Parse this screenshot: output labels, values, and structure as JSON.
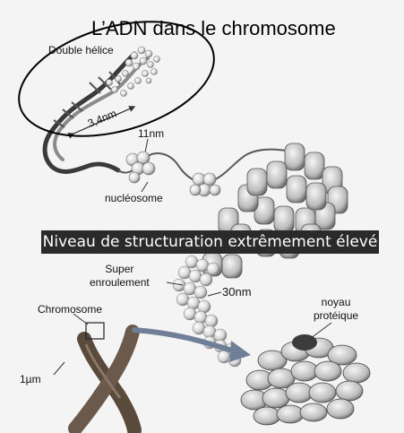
{
  "title": "L’ADN dans le chromosome",
  "labels": {
    "double_helix": "Double hélice",
    "helix_width": "3,4nm",
    "fiber_11": "11nm",
    "nucleosome": "nucléosome",
    "supercoil": [
      "Super",
      "enroulement"
    ],
    "fiber_30": "30nm",
    "chromosome": "Chromosome",
    "protein_core": [
      "noyau",
      "protéique"
    ],
    "scale_1um": "1µm"
  },
  "banner": "Niveau de structuration extrêmement élevé",
  "colors": {
    "ink": "#111111",
    "banner_bg": "#2a2a2a",
    "banner_text": "#ffffff",
    "chromosome": "#5a4a3c",
    "arrow": "#6e7f97"
  }
}
